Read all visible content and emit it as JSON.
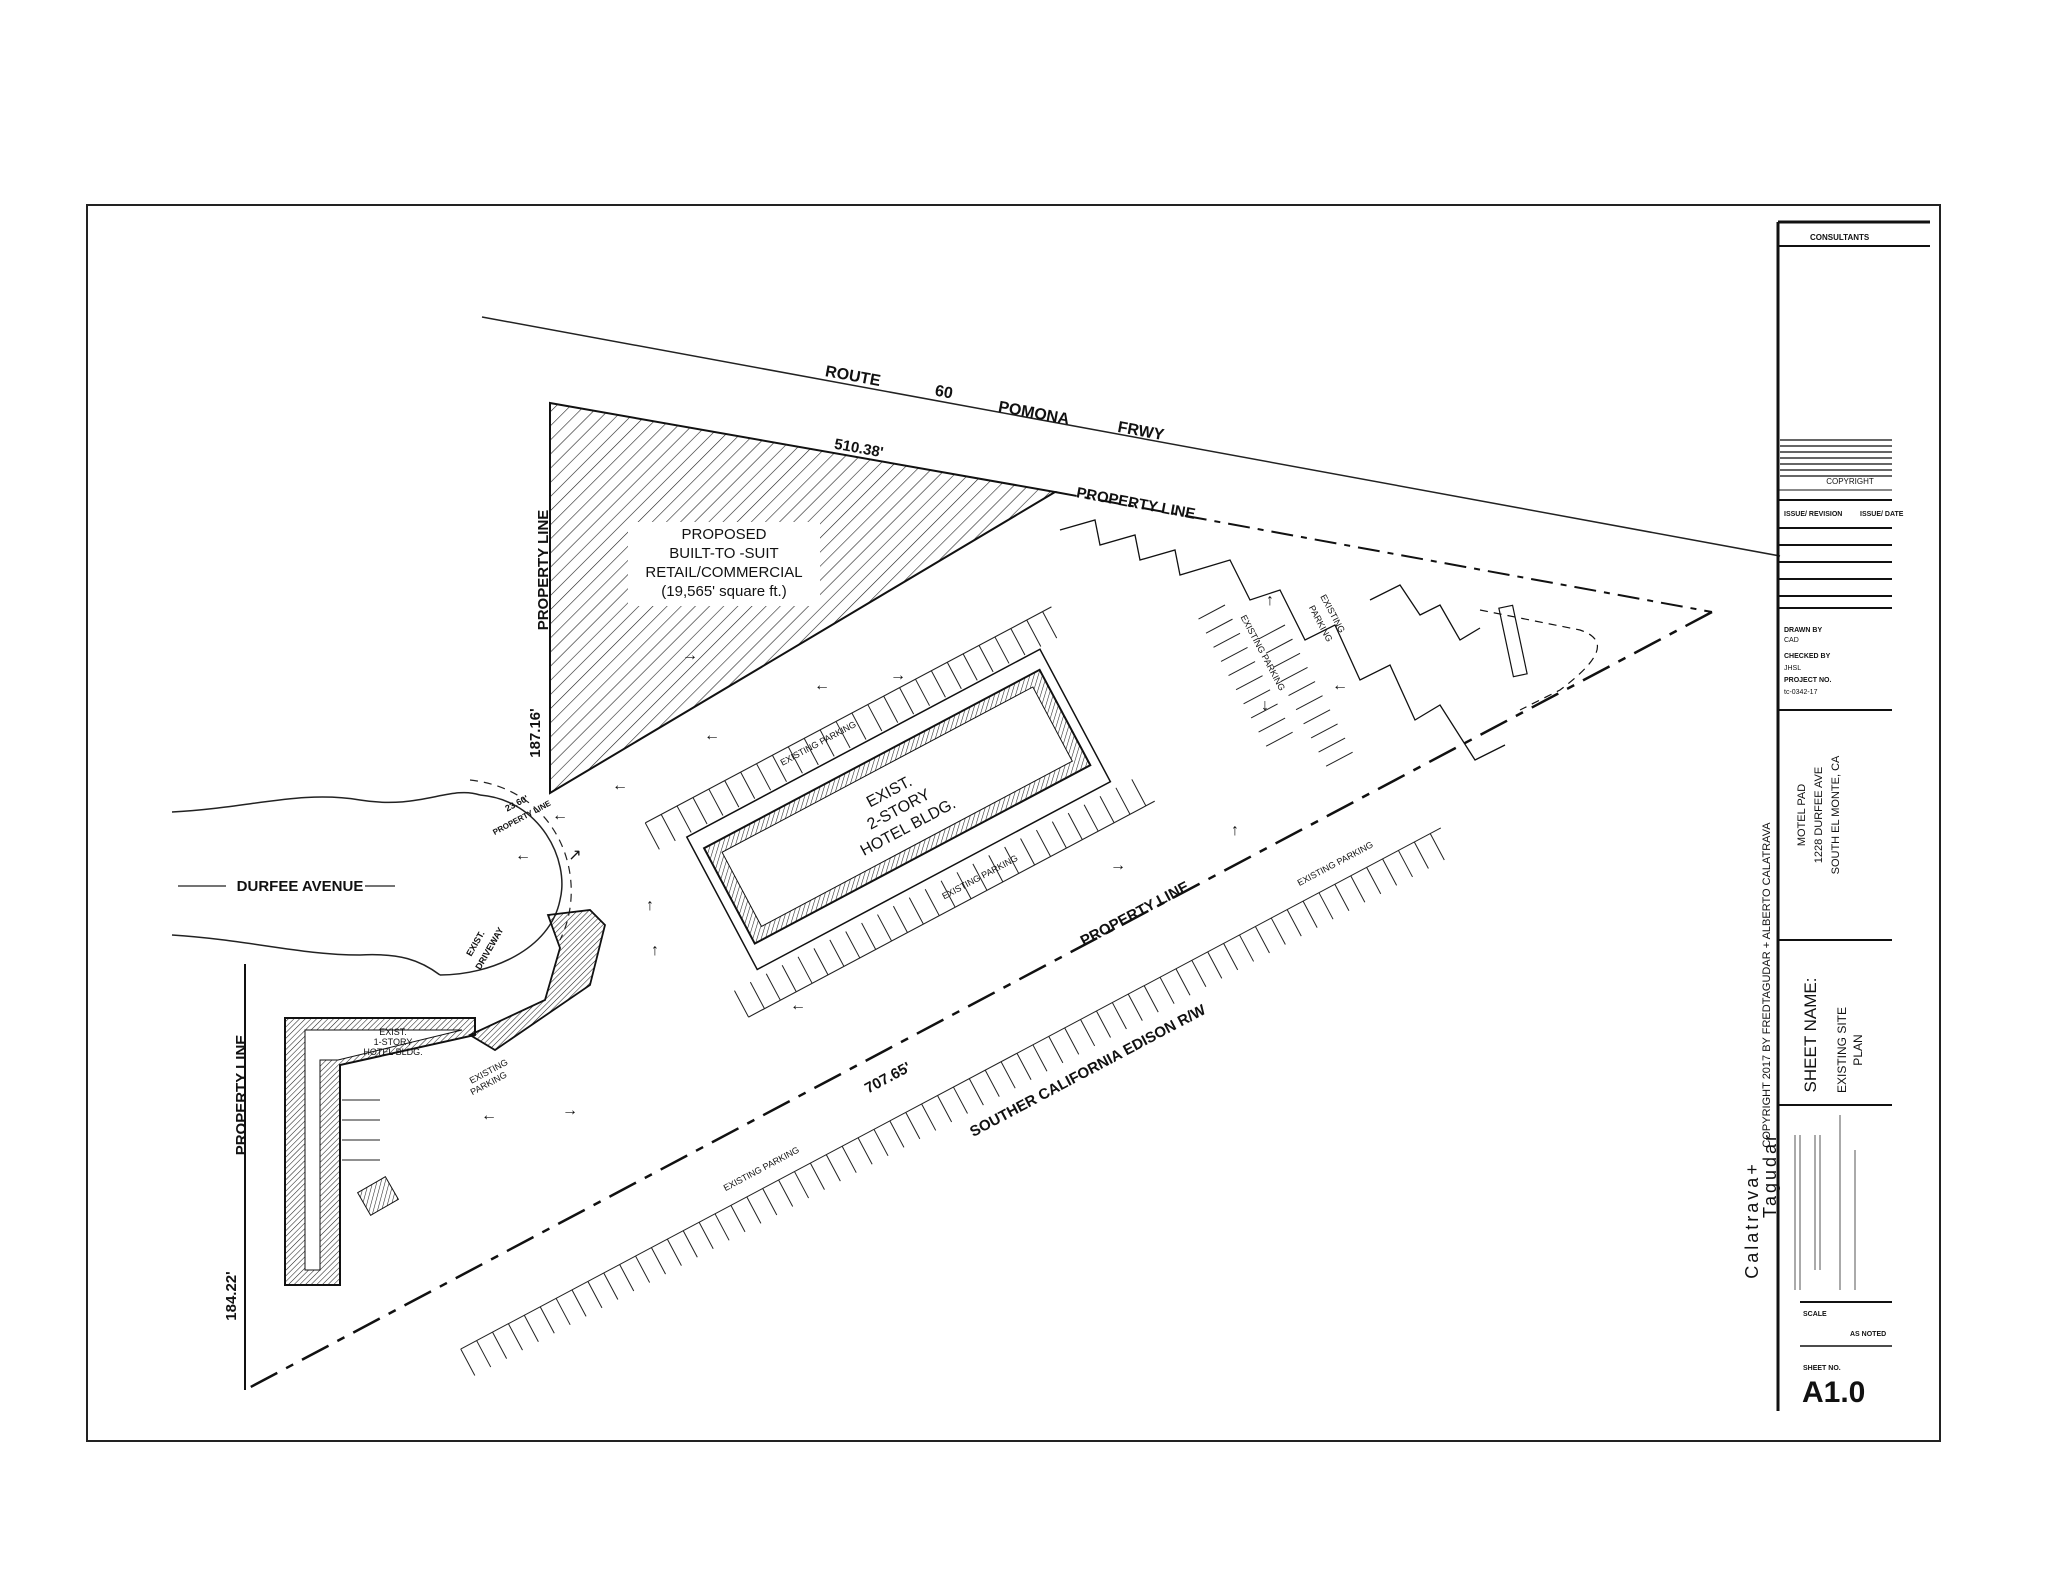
{
  "plan": {
    "road_labels": {
      "route_60": "ROUTE",
      "route_num": "60",
      "pomona": "POMONA",
      "frwy": "FRWY",
      "durfee": "DURFEE AVENUE",
      "edison": "SOUTHER CALIFORNIA EDISON R/W"
    },
    "property_line": "PROPERTY LINE",
    "dimensions": {
      "north": "510.38'",
      "west_upper": "187.16'",
      "south": "707.65'",
      "west_lower": "184.22'",
      "curve": "23.60'"
    },
    "proposed_block": [
      "PROPOSED",
      "BUILT-TO -SUIT",
      "RETAIL/COMMERCIAL",
      "(19,565' square ft.)"
    ],
    "hotel_2story": [
      "EXIST.",
      "2-STORY",
      "HOTEL BLDG."
    ],
    "hotel_1story": [
      "EXIST.",
      "1-STORY",
      "HOTEL BLDG."
    ],
    "existing_parking": "EXISTING PARKING",
    "existing_parking_stack": [
      "EXISTING",
      "PARKING"
    ],
    "existing_driveway": [
      "EXIST.",
      "DRIVEWAY"
    ]
  },
  "title_block": {
    "consultants": "CONSULTANTS",
    "copyright_label": "COPYRIGHT",
    "issue_revision": "ISSUE/ REVISION",
    "issue_date": "ISSUE/ DATE",
    "drawn_by_label": "DRAWN BY",
    "drawn_by": "CAD",
    "checked_by_label": "CHECKED BY",
    "checked_by": "JHSL",
    "project_no_label": "PROJECT NO.",
    "project_no": "tc-0342-17",
    "copyright_line": "COPYRIGHT   2017   BY   FREDTAGUDAR   +   ALBERTO CALATRAVA",
    "project_name": "MOTEL PAD",
    "address1": "1228 DURFEE AVE",
    "address2": "SOUTH EL MONTE,  CA",
    "sheet_name_label": "SHEET NAME:",
    "sheet_name_1": "EXISTING SITE",
    "sheet_name_2": "PLAN",
    "firm_1": "Calatrava+",
    "firm_2": "Tagudar",
    "scale_label": "SCALE",
    "scale": "AS NOTED",
    "sheet_no_label": "SHEET NO.",
    "sheet_no": "A1.0"
  }
}
